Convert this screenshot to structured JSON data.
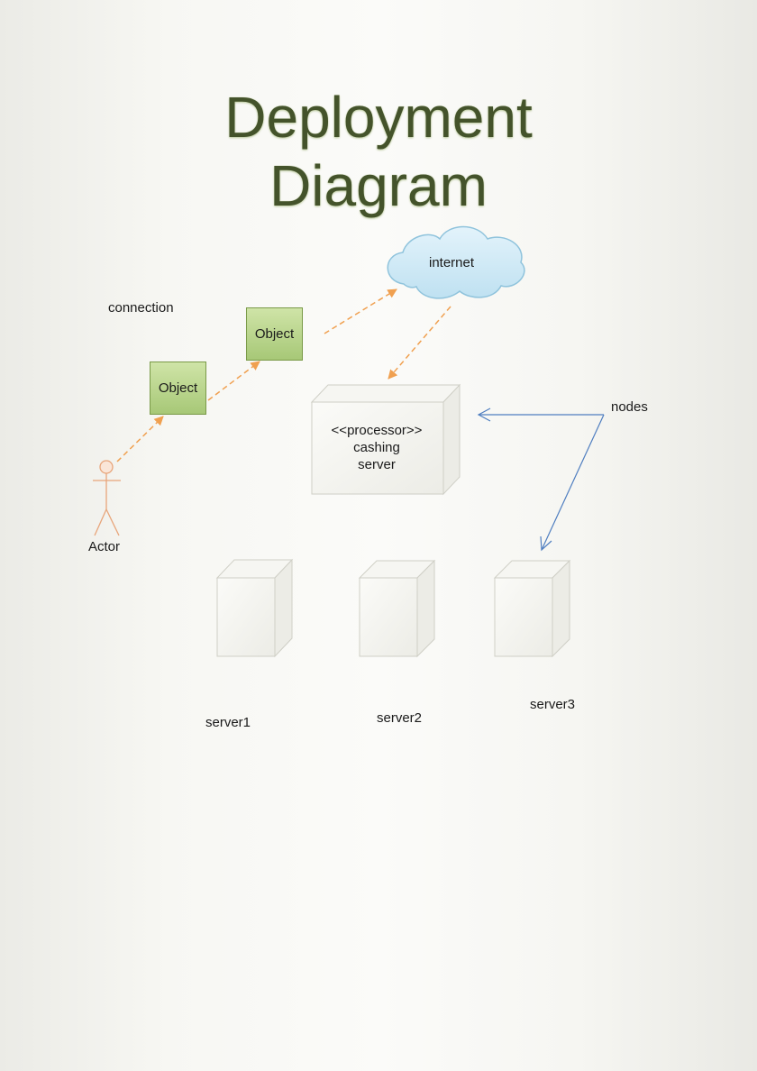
{
  "title": {
    "line1": "Deployment",
    "line2": "Diagram"
  },
  "labels": {
    "connection": "connection",
    "internet": "internet",
    "nodes": "nodes",
    "actor": "Actor"
  },
  "objects": [
    "Object",
    "Object"
  ],
  "processor_node": {
    "stereotype": "<<processor>>",
    "name_line1": "cashing",
    "name_line2": "server"
  },
  "servers": [
    "server1",
    "server2",
    "server3"
  ],
  "colors": {
    "title": "#44532b",
    "object_fill_top": "#cfe4a7",
    "object_fill_bottom": "#a7c877",
    "cloud_fill": "#cfe9f5",
    "cloud_stroke": "#8fc3dc",
    "connector": "#f0a050",
    "nodes_arrow": "#4f7ec0",
    "actor": "#e8a57a"
  }
}
